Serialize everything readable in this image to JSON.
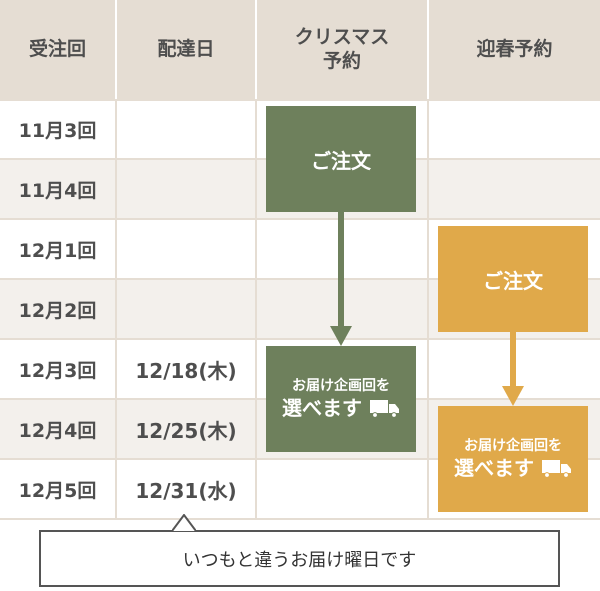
{
  "colors": {
    "header_bg": "#e5ddd3",
    "grid_line": "#e5ddd3",
    "row_alt_bg": "#f3f0ec",
    "christmas_green": "#6e805c",
    "newyear_gold": "#e0a94a",
    "text": "#4e4e4e"
  },
  "header": {
    "col1": "受注回",
    "col2": "配達日",
    "col3_line1": "クリスマス",
    "col3_line2": "予約",
    "col4": "迎春予約"
  },
  "rows": [
    {
      "order": "11月3回",
      "delivery": ""
    },
    {
      "order": "11月4回",
      "delivery": ""
    },
    {
      "order": "12月1回",
      "delivery": ""
    },
    {
      "order": "12月2回",
      "delivery": ""
    },
    {
      "order": "12月3回",
      "delivery": "12/18(木)"
    },
    {
      "order": "12月4回",
      "delivery": "12/25(木)"
    },
    {
      "order": "12月5回",
      "delivery": "12/31(水)"
    }
  ],
  "christmas": {
    "order_box": "ご注文",
    "select_line1": "お届け企画回を",
    "select_line2": "選べます",
    "icon": "truck-icon"
  },
  "newyear": {
    "order_box": "ご注文",
    "select_line1": "お届け企画回を",
    "select_line2": "選べます",
    "icon": "truck-icon"
  },
  "callout": {
    "text": "いつもと違うお届け曜日です"
  }
}
